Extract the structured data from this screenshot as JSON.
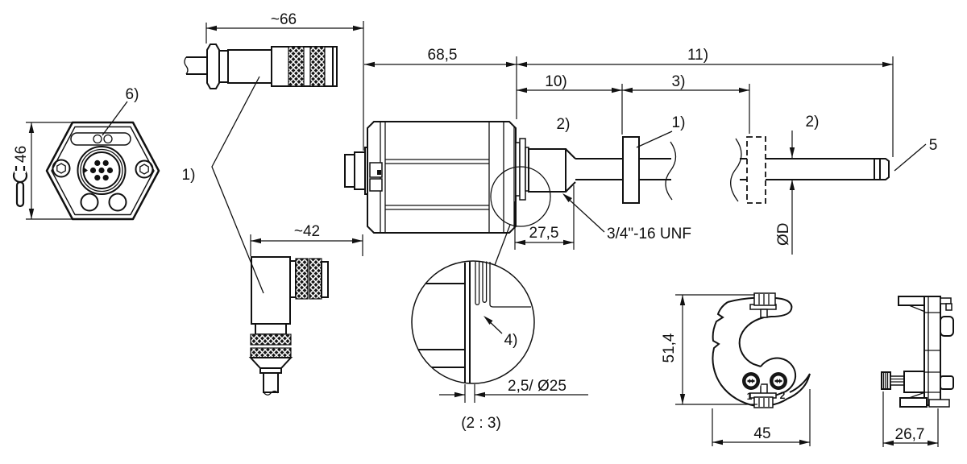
{
  "drawing": {
    "connector_straight": {
      "length": "~66"
    },
    "connector_angled": {
      "length": "~42"
    },
    "connectors_ref": "1)",
    "flange": {
      "wrench_size": "46",
      "led_ref": "6)"
    },
    "body": {
      "length": "68,5",
      "thread_length": "27,5",
      "thread_spec": "3/4\"-16 UNF",
      "seal_ref": "4)"
    },
    "rod": {
      "total_ref": "11)",
      "zone_ref": "10)",
      "stroke_ref": "3)",
      "magnet_ref": "1)",
      "note_left": "2)",
      "note_right": "2)",
      "diameter": "ØD",
      "end_ref": "5"
    },
    "detail": {
      "dim": "2,5/ Ø25",
      "scale": "(2 : 3)"
    },
    "clamp": {
      "height": "51,4",
      "width": "45",
      "depth": "26,7",
      "screw1": "1",
      "screw2": "2"
    }
  }
}
